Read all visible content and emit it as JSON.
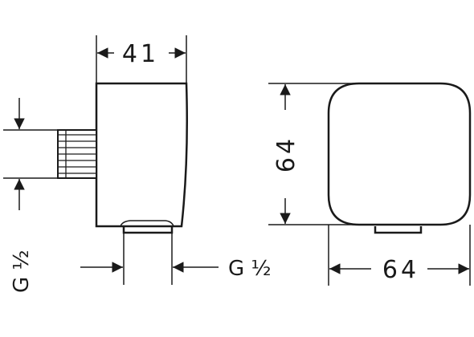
{
  "side_view": {
    "width_label": "41",
    "outlet_thread_label_v": "G ½",
    "bottom_thread_label": "G ½"
  },
  "front_view": {
    "height_label": "64",
    "width_label": "64"
  },
  "colors": {
    "line": "#1a1a1a",
    "background": "#ffffff"
  }
}
